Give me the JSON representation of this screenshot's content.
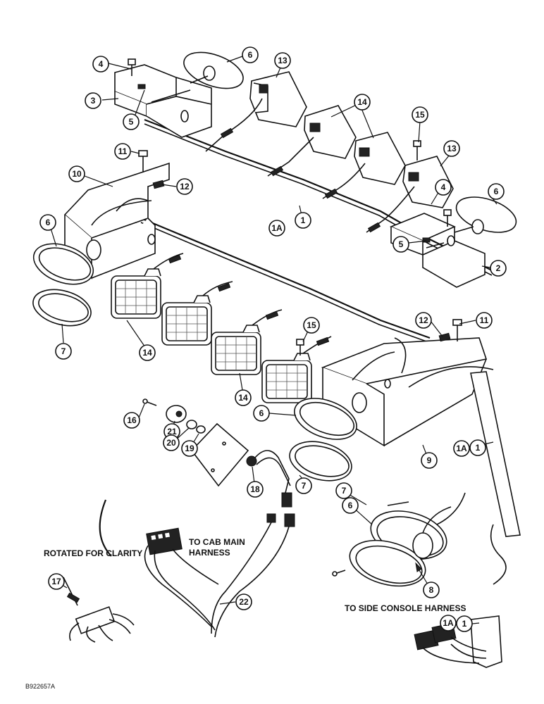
{
  "notes": {
    "rotated": "ROTATED FOR CLARITY",
    "cab_line1": "TO CAB MAIN",
    "cab_line2": "HARNESS",
    "side_console": "TO SIDE CONSOLE HARNESS",
    "figure_code": "B922657A"
  },
  "callouts": [
    {
      "id": "c1",
      "label": "1"
    },
    {
      "id": "c1a",
      "label": "1A"
    },
    {
      "id": "c2",
      "label": "2"
    },
    {
      "id": "c3",
      "label": "3"
    },
    {
      "id": "c4",
      "label": "4"
    },
    {
      "id": "c4b",
      "label": "4"
    },
    {
      "id": "c5",
      "label": "5"
    },
    {
      "id": "c5b",
      "label": "5"
    },
    {
      "id": "c6",
      "label": "6"
    },
    {
      "id": "c6b",
      "label": "6"
    },
    {
      "id": "c6c",
      "label": "6"
    },
    {
      "id": "c6d",
      "label": "6"
    },
    {
      "id": "c6e",
      "label": "6"
    },
    {
      "id": "c7",
      "label": "7"
    },
    {
      "id": "c7b",
      "label": "7"
    },
    {
      "id": "c7c",
      "label": "7"
    },
    {
      "id": "c8",
      "label": "8"
    },
    {
      "id": "c9",
      "label": "9"
    },
    {
      "id": "c10",
      "label": "10"
    },
    {
      "id": "c11",
      "label": "11"
    },
    {
      "id": "c11b",
      "label": "11"
    },
    {
      "id": "c12",
      "label": "12"
    },
    {
      "id": "c12b",
      "label": "12"
    },
    {
      "id": "c13",
      "label": "13"
    },
    {
      "id": "c13b",
      "label": "13"
    },
    {
      "id": "c14",
      "label": "14"
    },
    {
      "id": "c14b",
      "label": "14"
    },
    {
      "id": "c14c",
      "label": "14"
    },
    {
      "id": "c15",
      "label": "15"
    },
    {
      "id": "c15b",
      "label": "15"
    },
    {
      "id": "c16",
      "label": "16"
    },
    {
      "id": "c17",
      "label": "17"
    },
    {
      "id": "c18",
      "label": "18"
    },
    {
      "id": "c19",
      "label": "19"
    },
    {
      "id": "c20",
      "label": "20"
    },
    {
      "id": "c21",
      "label": "21"
    },
    {
      "id": "c22",
      "label": "22"
    },
    {
      "id": "c1b",
      "label": "1"
    },
    {
      "id": "c1ab",
      "label": "1A"
    },
    {
      "id": "c1c",
      "label": "1"
    },
    {
      "id": "c1ac",
      "label": "1A"
    }
  ]
}
